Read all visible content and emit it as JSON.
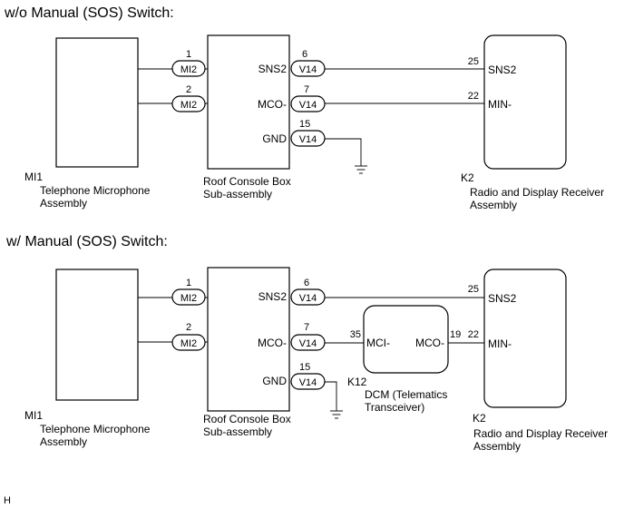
{
  "diagram_a": {
    "title": "w/o Manual (SOS) Switch:",
    "mic": {
      "code": "MI1",
      "name_l1": "Telephone Microphone",
      "name_l2": "Assembly"
    },
    "console": {
      "name_l1": "Roof Console Box",
      "name_l2": "Sub-assembly"
    },
    "radio": {
      "code": "K2",
      "name_l1": "Radio and Display Receiver",
      "name_l2": "Assembly"
    },
    "mi2_pin_a": "1",
    "mi2_pin_b": "2",
    "mi2_label": "MI2",
    "v14_label": "V14",
    "sns2_left": "SNS2",
    "mco_left": "MCO-",
    "gnd_left": "GND",
    "pin_sns2": "6",
    "pin_mco": "7",
    "pin_gnd": "15",
    "pin_25": "25",
    "pin_22": "22",
    "sns2_right": "SNS2",
    "min_right": "MIN-"
  },
  "diagram_b": {
    "title": "w/ Manual (SOS) Switch:",
    "mic": {
      "code": "MI1",
      "name_l1": "Telephone Microphone",
      "name_l2": "Assembly"
    },
    "console": {
      "name_l1": "Roof Console Box",
      "name_l2": "Sub-assembly"
    },
    "radio": {
      "code": "K2",
      "name_l1": "Radio and Display Receiver",
      "name_l2": "Assembly"
    },
    "dcm": {
      "code": "K12",
      "name_l1": "DCM (Telematics",
      "name_l2": "Transceiver)",
      "mci": "MCI-",
      "mco": "MCO-",
      "pin_35": "35",
      "pin_19": "19"
    },
    "mi2_pin_a": "1",
    "mi2_pin_b": "2",
    "mi2_label": "MI2",
    "v14_label": "V14",
    "sns2_left": "SNS2",
    "mco_left": "MCO-",
    "gnd_left": "GND",
    "pin_sns2": "6",
    "pin_mco": "7",
    "pin_gnd": "15",
    "pin_25": "25",
    "pin_22": "22",
    "sns2_right": "SNS2",
    "min_right": "MIN-"
  },
  "footer": {
    "code": "H"
  }
}
